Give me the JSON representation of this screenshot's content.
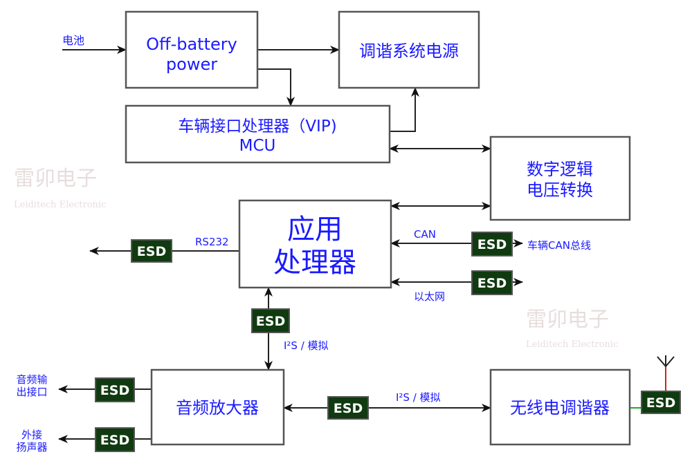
{
  "watermark": {
    "cn": "雷卯电子",
    "en": "Leiditech Electronic"
  },
  "blocks": {
    "off_battery": [
      "Off-battery",
      "power"
    ],
    "tuner_power": "调谐系统电源",
    "vip_mcu": [
      "车辆接口处理器（VIP)",
      "MCU"
    ],
    "logic_level": [
      "数字逻辑",
      "电压转换"
    ],
    "app_processor": [
      "应用",
      "处理器"
    ],
    "audio_amp": "音频放大器",
    "radio_tuner": "无线电调谐器"
  },
  "labels": {
    "battery": "电池",
    "rs232": "RS232",
    "can": "CAN",
    "vehicle_can": "车辆CAN总线",
    "ethernet": "以太网",
    "i2s_analog_1": "I²S / 模拟",
    "i2s_analog_2": "I²S / 模拟",
    "audio_out": [
      "音频输",
      "出接口"
    ],
    "speaker": [
      "外接",
      "扬声器"
    ]
  },
  "esd_label": "ESD",
  "colors": {
    "text": "#1a1aff",
    "esd_fill": "#103a10",
    "antenna_link": "#22aa22",
    "antenna_feed": "#cc2222"
  }
}
